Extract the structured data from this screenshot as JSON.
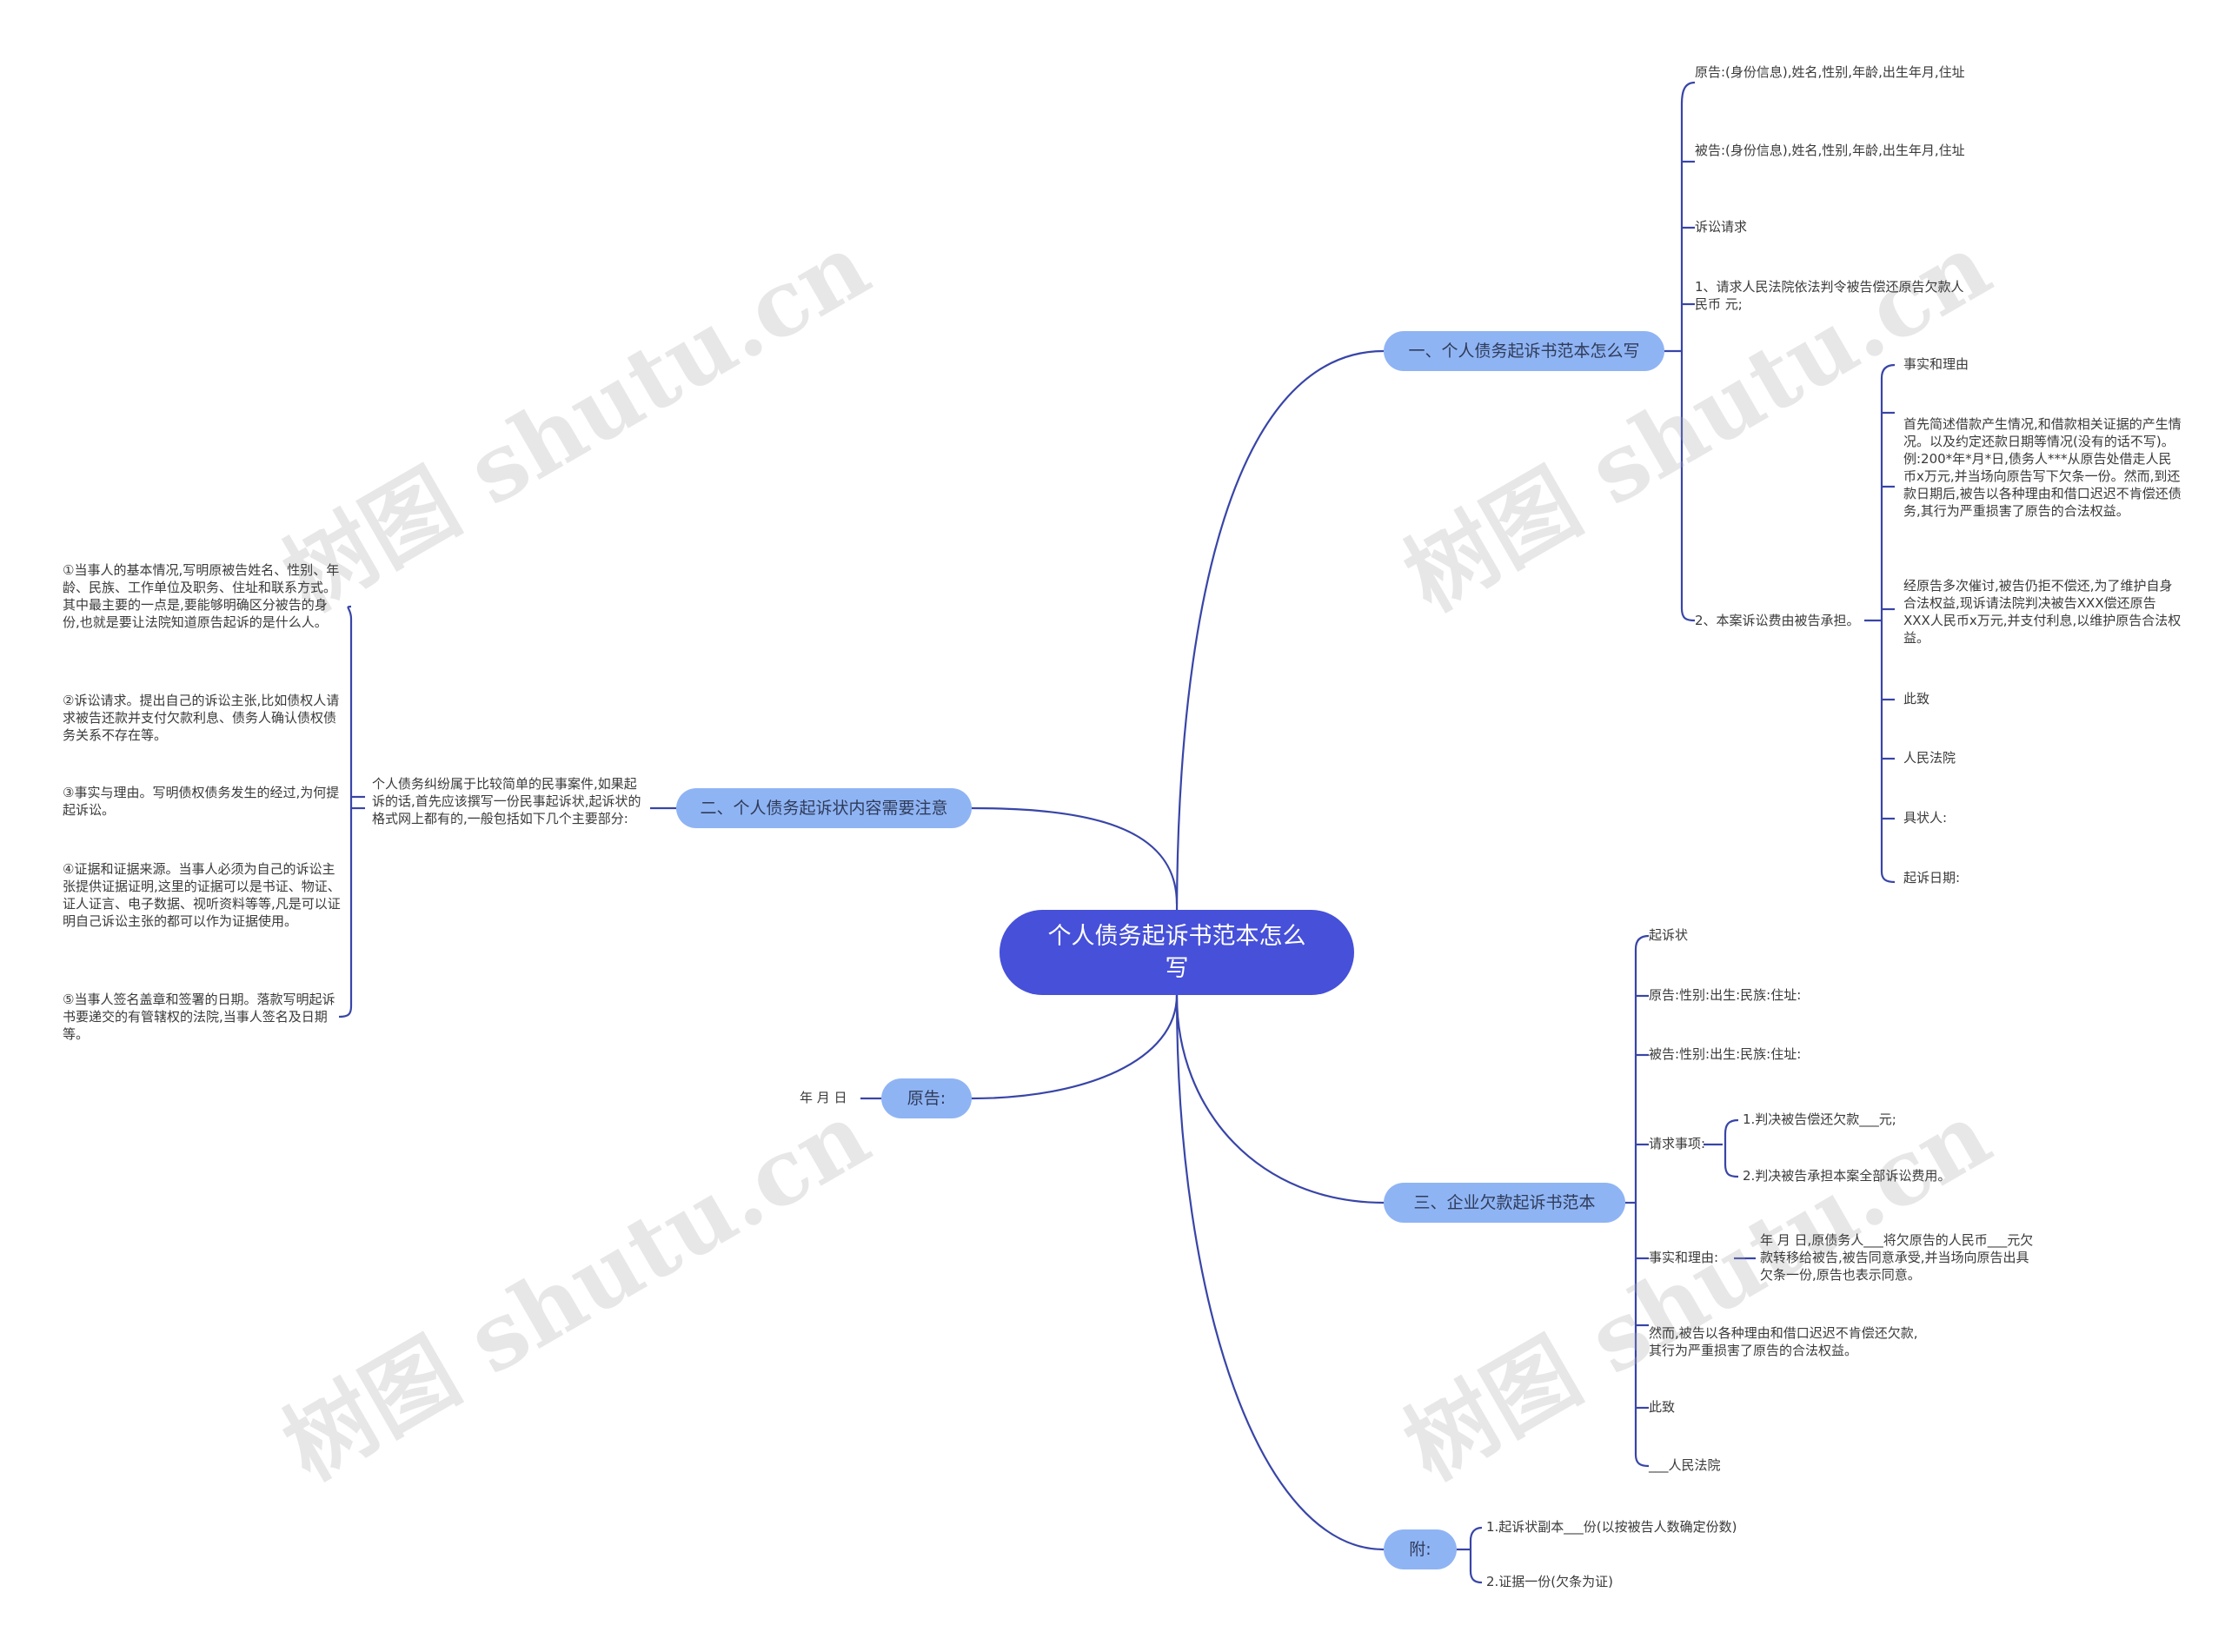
{
  "root": {
    "title": "个人债务起诉书范本怎么写"
  },
  "branches": {
    "b1": "一、个人债务起诉书范本怎么写",
    "b2": "二、个人债务起诉状内容需要注意",
    "b3": "原告:",
    "b4": "三、企业欠款起诉书范本",
    "b5": "附:"
  },
  "b1_leaves": {
    "plaintiff": "原告:(身份信息),姓名,性别,年龄,出生年月,住址",
    "defendant": "被告:(身份信息),姓名,性别,年龄,出生年月,住址",
    "claims": "诉讼请求",
    "claim1": "1、请求人民法院依法判令被告偿还原告欠款人民币 元;",
    "claim2": "2、本案诉讼费由被告承担。",
    "facts_title": "事实和理由",
    "facts1": "首先简述借款产生情况,和借款相关证据的产生情况。以及约定还款日期等情况(没有的话不写)。例:200*年*月*日,债务人***从原告处借走人民币x万元,并当场向原告写下欠条一份。然而,到还款日期后,被告以各种理由和借口迟迟不肯偿还债务,其行为严重损害了原告的合法权益。",
    "facts2": "经原告多次催讨,被告仍拒不偿还,为了维护自身合法权益,现诉请法院判决被告XXX偿还原告XXX人民币x万元,并支付利息,以维护原告合法权益。",
    "to": "此致",
    "court": "人民法院",
    "signer": "具状人:",
    "date": "起诉日期:"
  },
  "b2_leaves": {
    "intro": "个人债务纠纷属于比较简单的民事案件,如果起诉的话,首先应该撰写一份民事起诉状,起诉状的格式网上都有的,一般包括如下几个主要部分:",
    "p1": "①当事人的基本情况,写明原被告姓名、性别、年龄、民族、工作单位及职务、住址和联系方式。其中最主要的一点是,要能够明确区分被告的身份,也就是要让法院知道原告起诉的是什么人。",
    "p2": "②诉讼请求。提出自己的诉讼主张,比如债权人请求被告还款并支付欠款利息、债务人确认债权债务关系不存在等。",
    "p3": "③事实与理由。写明债权债务发生的经过,为何提起诉讼。",
    "p4": "④证据和证据来源。当事人必须为自己的诉讼主张提供证据证明,这里的证据可以是书证、物证、证人证言、电子数据、视听资料等等,凡是可以证明自己诉讼主张的都可以作为证据使用。",
    "p5": "⑤当事人签名盖章和签署的日期。落款写明起诉书要递交的有管辖权的法院,当事人签名及日期等。"
  },
  "b3_leaves": {
    "date": "年 月 日"
  },
  "b4_leaves": {
    "title": "起诉状",
    "plaintiff": "原告:性别:出生:民族:住址:",
    "defendant": "被告:性别:出生:民族:住址:",
    "requests": "请求事项:",
    "req1": "1.判决被告偿还欠款___元;",
    "req2": "2.判决被告承担本案全部诉讼费用。",
    "facts": "事实和理由:",
    "facts_detail": "年 月 日,原债务人___将欠原告的人民币___元欠款转移给被告,被告同意承受,并当场向原告出具欠条一份,原告也表示同意。",
    "however": "然而,被告以各种理由和借口迟迟不肯偿还欠款,其行为严重损害了原告的合法权益。",
    "to": "此致",
    "court": "___人民法院"
  },
  "b5_leaves": {
    "a1": "1.起诉状副本___份(以按被告人数确定份数)",
    "a2": "2.证据一份(欠条为证)"
  },
  "watermark": "树图 shutu.cn",
  "colors": {
    "root": "#4650d9",
    "branch": "#8fb4f4",
    "line": "#3845a8"
  }
}
